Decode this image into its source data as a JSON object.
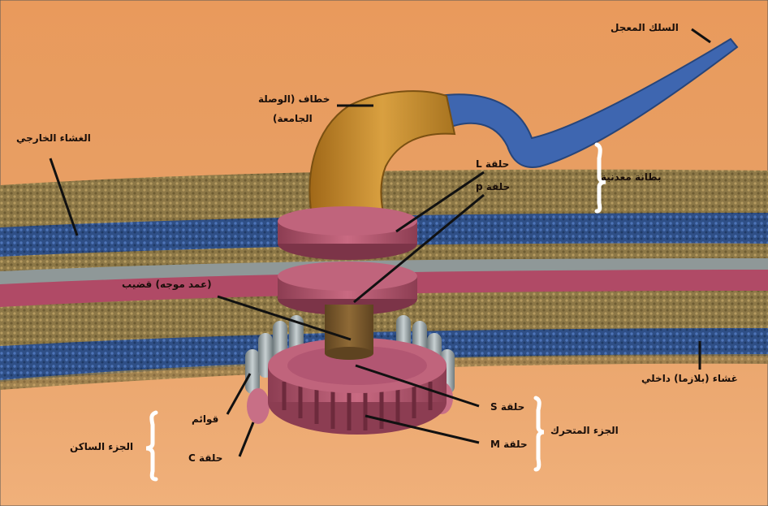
{
  "labels": {
    "flagellum": "السلك المعجل",
    "hook_line1": "خطاف (الوصلة",
    "hook_line2": "الجامعة)",
    "outer_membrane": "الغشاء الخارجي",
    "cell_wall": "بطانة معدنية",
    "l_ring": "حلقة L",
    "p_ring": "حلقة p",
    "rod": "(عمد موجه) قضيب",
    "inner_membrane": "غشاء (بلازما) داخلي",
    "s_ring": "حلقة S",
    "m_ring": "حلقة M",
    "rotor": "الجزء المتحرك",
    "supports": "قوائم",
    "c_ring": "حلقة C",
    "stator": "الجزء الساكن"
  },
  "colors": {
    "background": "#e89a5c",
    "outer_membrane_band": "#3a5a96",
    "peptidoglycan_band": "#b04a66",
    "lipid_layer": "#8a7a45",
    "hook": "#c48a2a",
    "filament": "#3e66b0",
    "rings": "#b8586e",
    "stator_studs": "#9aa3a5"
  }
}
